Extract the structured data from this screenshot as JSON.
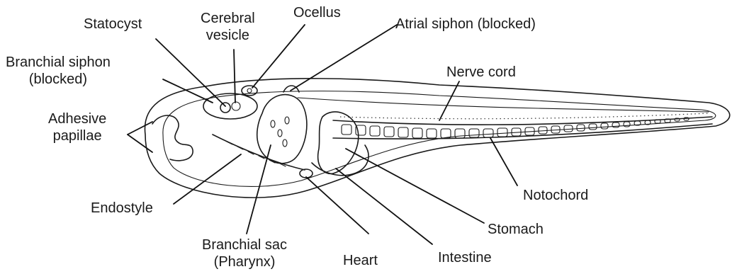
{
  "labels": {
    "statocyst": "Statocyst",
    "cerebral_vesicle": [
      "Cerebral",
      "vesicle"
    ],
    "ocellus": "Ocellus",
    "atrial_siphon": "Atrial siphon (blocked)",
    "branchial_siphon": [
      "Branchial siphon",
      "(blocked)"
    ],
    "nerve_cord": "Nerve cord",
    "adhesive_papillae": [
      "Adhesive",
      "papillae"
    ],
    "endostyle": "Endostyle",
    "notochord": "Notochord",
    "stomach": "Stomach",
    "branchial_sac": [
      "Branchial sac",
      "(Pharynx)"
    ],
    "heart": "Heart",
    "intestine": "Intestine"
  }
}
